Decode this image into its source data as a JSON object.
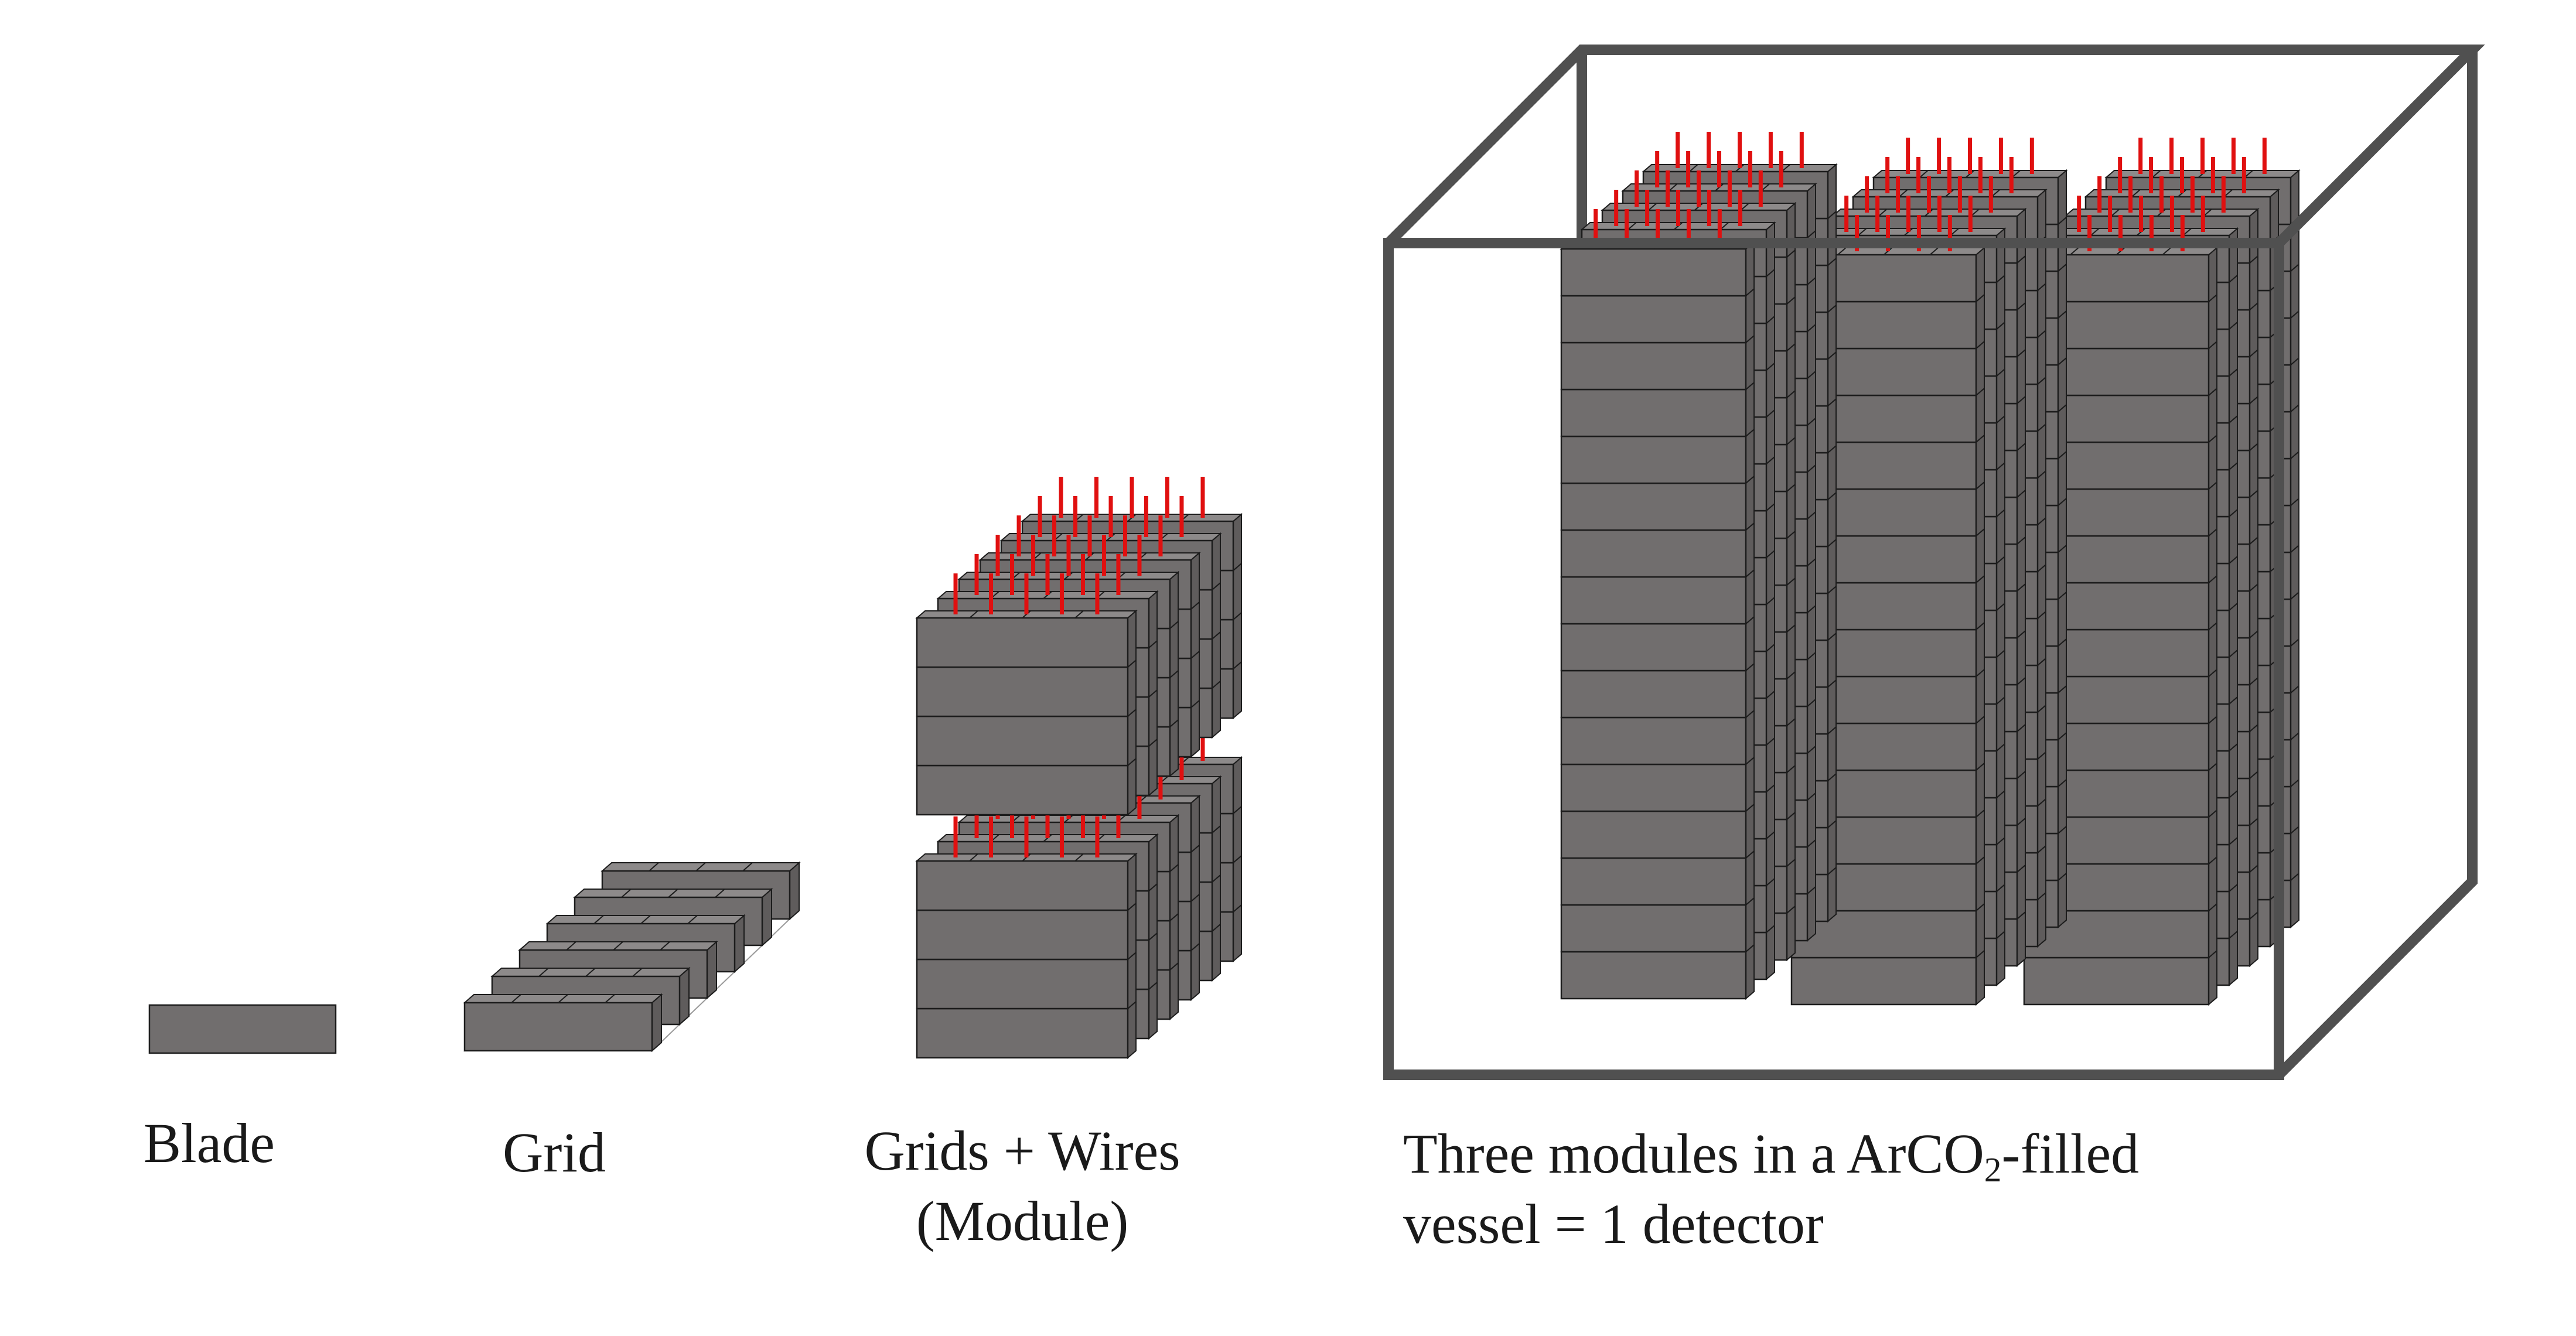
{
  "colors": {
    "blade_front": "#716e6e",
    "blade_top": "#8d8a8a",
    "blade_side": "#5f5c5c",
    "edge": "#1c1c1c",
    "wire": "#e01010",
    "vessel": "#505050"
  },
  "labels": {
    "blade": "Blade",
    "grid": "Grid",
    "module_line1": "Grids + Wires",
    "module_line2": "(Module)",
    "detector_line1_a": "Three modules in a ArCO",
    "detector_line1_sub": "2",
    "detector_line1_b": "-filled",
    "detector_line2": "vessel = 1 detector"
  }
}
